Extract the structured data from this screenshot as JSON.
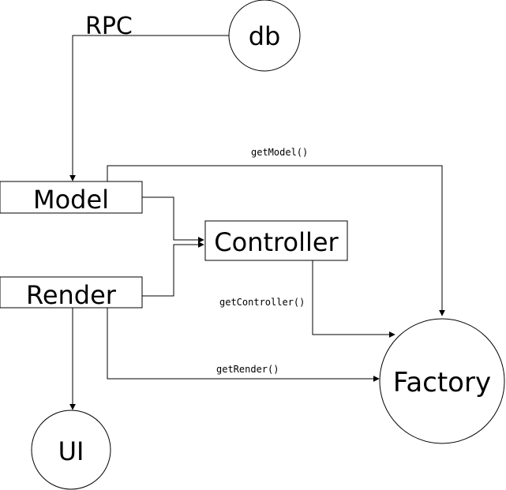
{
  "nodes": {
    "db": "db",
    "model": "Model",
    "render": "Render",
    "controller": "Controller",
    "factory": "Factory",
    "ui": "UI"
  },
  "edges": {
    "rpc": "RPC",
    "get_model": "getModel()",
    "get_controller": "getController()",
    "get_render": "getRender()"
  }
}
